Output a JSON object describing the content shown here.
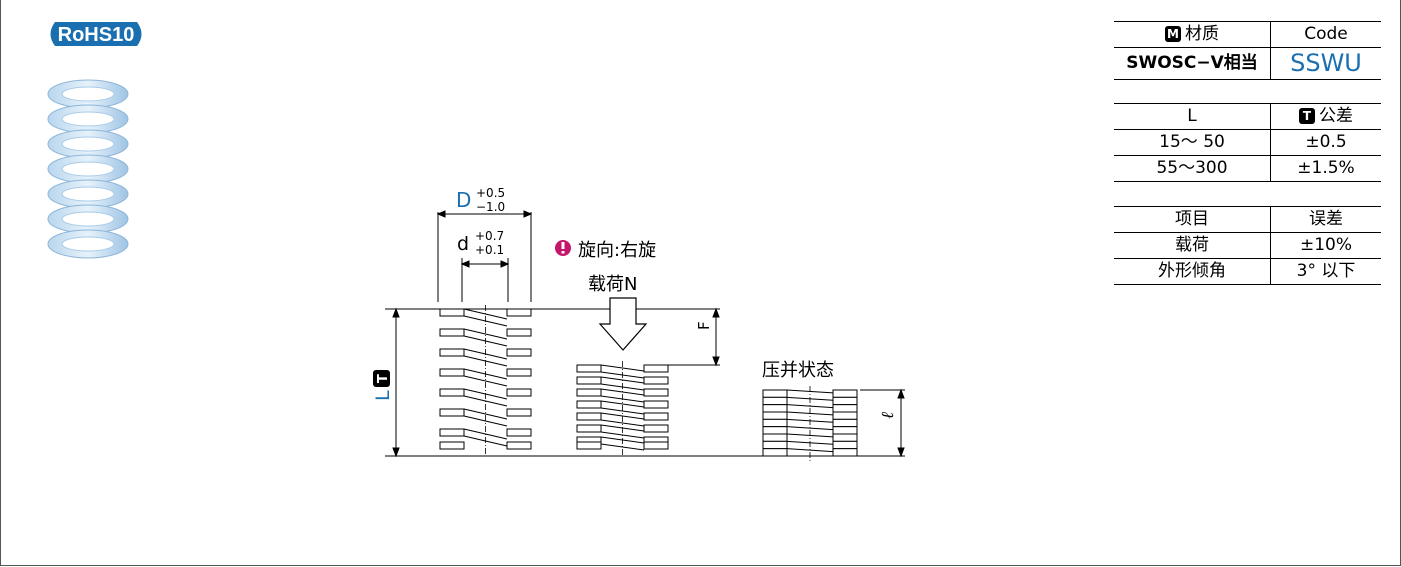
{
  "rohs_badge": "RoHS10",
  "drawing": {
    "outer_diameter_label": "D",
    "outer_diameter_tol_upper": "+0.5",
    "outer_diameter_tol_lower": "−1.0",
    "wire_diameter_label": "d",
    "wire_diameter_tol_upper": "+0.7",
    "wire_diameter_tol_lower": "+0.1",
    "winding_direction": "旋向:右旋",
    "load_label": "载荷N",
    "deflection_label": "F",
    "free_length_label": "L",
    "free_length_badge": "T",
    "solid_state_label": "压并状态",
    "solid_length_label": "ℓ",
    "accent_color": "#1a6fb0",
    "warning_color": "#c4166b"
  },
  "material_table": {
    "header_material": "材质",
    "header_material_badge": "M",
    "header_code": "Code",
    "material": "SWOSC−V相当",
    "code": "SSWU"
  },
  "tolerance_table": {
    "header_length": "L",
    "header_tolerance": "公差",
    "header_tolerance_badge": "T",
    "rows": [
      {
        "length": "15～ 50",
        "tolerance": "±0.5"
      },
      {
        "length": "55～300",
        "tolerance": "±1.5%"
      }
    ]
  },
  "error_table": {
    "header_item": "项目",
    "header_error": "误差",
    "rows": [
      {
        "item": "载荷",
        "error": "±10%"
      },
      {
        "item": "外形倾角",
        "error": "3° 以下"
      }
    ]
  }
}
